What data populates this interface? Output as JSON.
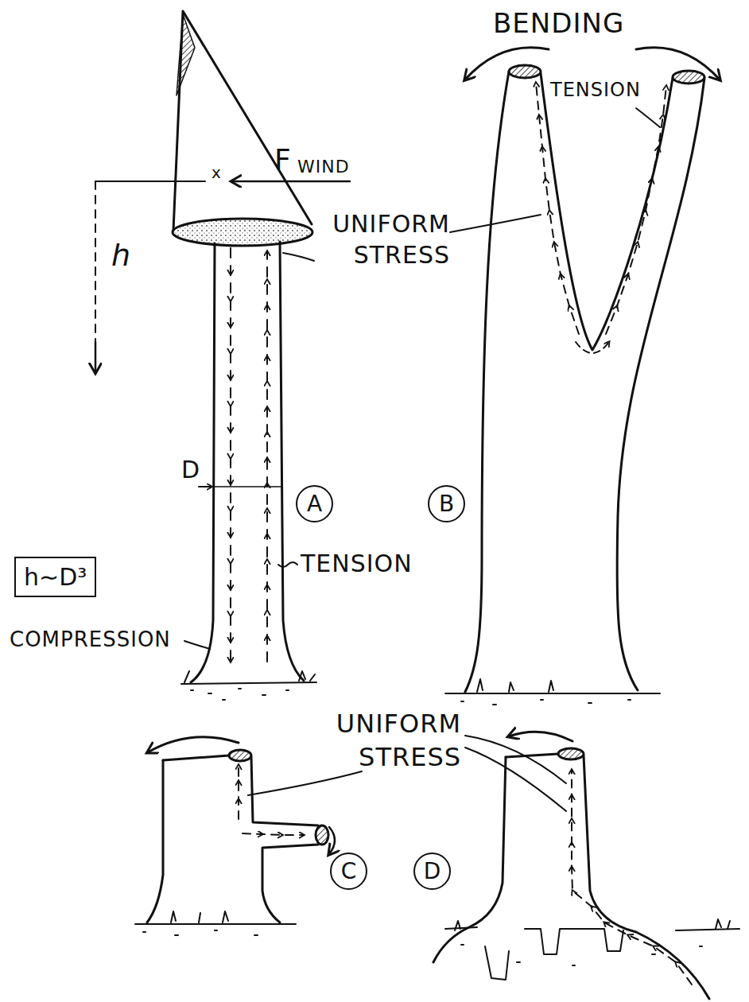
{
  "diagram": {
    "nodes": [
      {
        "text": [
          "A"
        ]
      },
      {
        "text": [
          "B"
        ]
      },
      {
        "text": [
          "h∼D³"
        ]
      },
      {
        "text": [
          "C"
        ]
      },
      {
        "text": [
          "D"
        ]
      }
    ],
    "labels": [
      "BENDING",
      "F",
      "WIND",
      "x",
      "UNIFORM STRESS",
      "TENSION",
      "h",
      "D",
      "TENSION",
      "COMPRESSION",
      "UNIFORM STRESS"
    ]
  }
}
